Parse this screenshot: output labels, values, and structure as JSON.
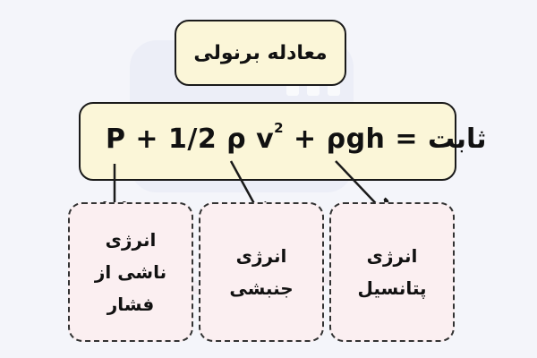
{
  "title": "معادله برنولی",
  "equation": {
    "lhs_pressure": "P + 1/2 ρ v",
    "exponent": "2",
    "lhs_rest": " + ρgh = ",
    "rhs": "ثابت"
  },
  "terms": [
    {
      "line1": "انرژی",
      "line2": "ناشی از فشار"
    },
    {
      "line1": "انرژی",
      "line2": "جنبشی"
    },
    {
      "line1": "انرژی",
      "line2": "پتانسیل"
    }
  ]
}
